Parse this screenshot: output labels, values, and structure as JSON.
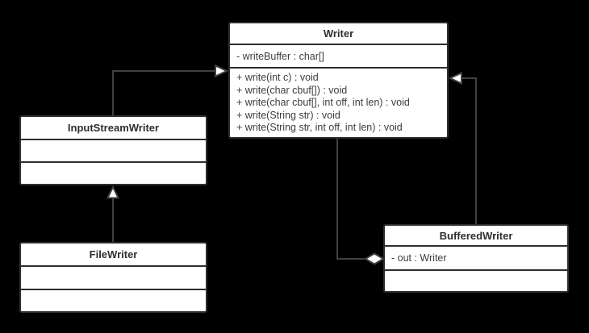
{
  "diagram": {
    "type": "uml-class-diagram",
    "background_color": "#000000",
    "box_fill_color": "#ffffff",
    "box_border_color": "#2e2e2e",
    "connector_color": "#414141",
    "text_color": "#3d3d3d"
  },
  "classes": {
    "writer": {
      "name": "Writer",
      "attributes": [
        "- writeBuffer : char[]"
      ],
      "methods": [
        "+ write(int c) : void",
        "+ write(char cbuf[]) : void",
        "+ write(char cbuf[], int off, int len) : void",
        "+ write(String str) : void",
        "+ write(String str, int off, int len) : void"
      ]
    },
    "input_stream_writer": {
      "name": "InputStreamWriter",
      "attributes": [],
      "methods": []
    },
    "file_writer": {
      "name": "FileWriter",
      "attributes": [],
      "methods": []
    },
    "buffered_writer": {
      "name": "BufferedWriter",
      "attributes": [
        "- out : Writer"
      ],
      "methods": []
    }
  },
  "relationships": [
    {
      "from": "InputStreamWriter",
      "to": "Writer",
      "type": "generalization"
    },
    {
      "from": "FileWriter",
      "to": "InputStreamWriter",
      "type": "generalization"
    },
    {
      "from": "BufferedWriter",
      "to": "Writer",
      "type": "generalization"
    },
    {
      "from": "BufferedWriter",
      "to": "Writer",
      "type": "aggregation"
    }
  ]
}
